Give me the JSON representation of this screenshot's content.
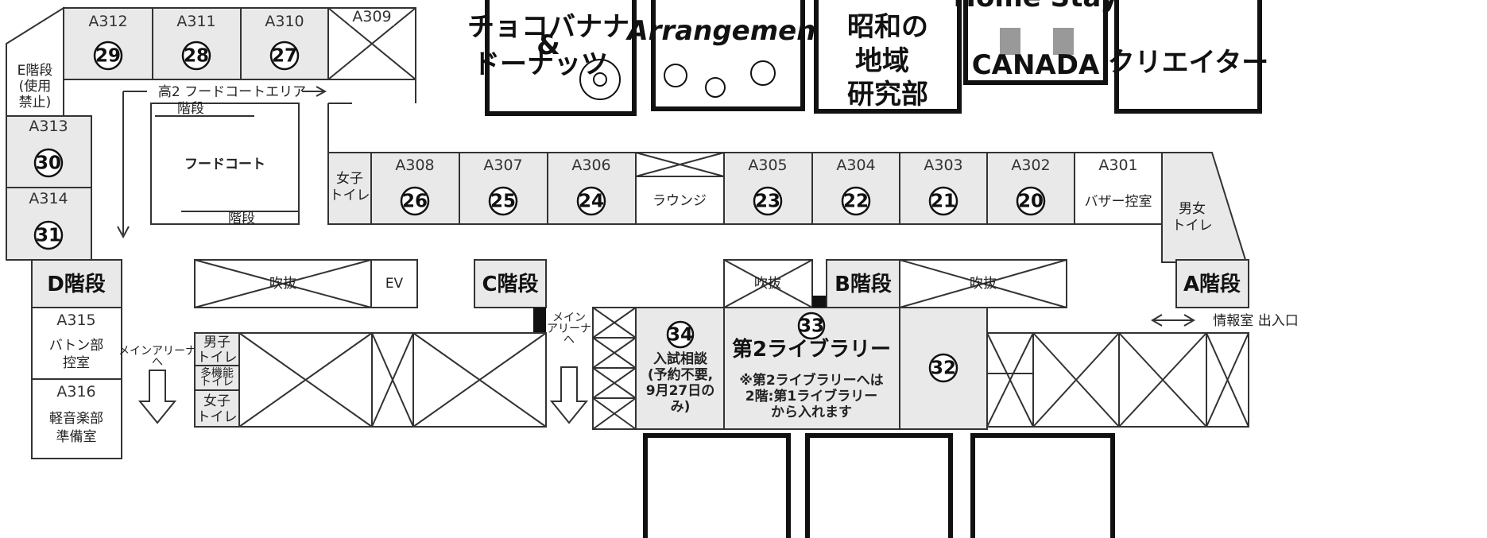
{
  "rooms": {
    "A312": {
      "code": "A312",
      "num": "29"
    },
    "A311": {
      "code": "A311",
      "num": "28"
    },
    "A310": {
      "code": "A310",
      "num": "27"
    },
    "A309": {
      "code": "A309"
    },
    "A313": {
      "code": "A313",
      "num": "30"
    },
    "A314": {
      "code": "A314",
      "num": "31"
    },
    "A308": {
      "code": "A308",
      "num": "26"
    },
    "A307": {
      "code": "A307",
      "num": "25"
    },
    "A306": {
      "code": "A306",
      "num": "24"
    },
    "A305": {
      "code": "A305",
      "num": "23"
    },
    "A304": {
      "code": "A304",
      "num": "22"
    },
    "A303": {
      "code": "A303",
      "num": "21"
    },
    "A302": {
      "code": "A302",
      "num": "20"
    },
    "A301": {
      "code": "A301",
      "name": "バザー控室"
    },
    "A315": {
      "code": "A315",
      "name1": "バトン部",
      "name2": "控室"
    },
    "A316": {
      "code": "A316",
      "name1": "軽音楽部",
      "name2": "準備室"
    }
  },
  "labels": {
    "e_stairs": [
      "E階段",
      "(使用",
      "禁止)"
    ],
    "food_area": "高2 フードコートエリア",
    "food_court": "フードコート",
    "stairs_top": "階段",
    "stairs_bottom": "階段",
    "women_toilet_top": [
      "女子",
      "トイレ"
    ],
    "lounge": "ラウンジ",
    "unisex_toilet": [
      "男女",
      "トイレ"
    ],
    "d_stairs": "D階段",
    "c_stairs": "C階段",
    "b_stairs": "B階段",
    "a_stairs": "A階段",
    "void1": "吹抜",
    "void2": "吹抜",
    "void3": "吹抜",
    "ev": "EV",
    "main_arena_left": [
      "メインアリーナ",
      "へ"
    ],
    "main_arena_mid": [
      "メイン",
      "アリーナ",
      "へ"
    ],
    "men_toilet": [
      "男子",
      "トイレ"
    ],
    "multi_toilet": [
      "多機能",
      "トイレ"
    ],
    "women_toilet_bottom": [
      "女子",
      "トイレ"
    ],
    "info_room": "情報室 出入口"
  },
  "features": {
    "n34": "34",
    "n33": "33",
    "n32": "32",
    "exam": [
      "入試相談",
      "(予約不要,",
      "9月27日の",
      "み)"
    ],
    "library": "第2ライブラリー",
    "library_note": [
      "※第2ライブラリーへは",
      "2階:第1ライブラリー",
      "から入れます"
    ]
  },
  "posters": {
    "p1": [
      "チョコバナナ",
      "&",
      "ドーナッツ"
    ],
    "p2": "Arrangement",
    "p3": [
      "昭和の",
      "地域",
      "研究部"
    ],
    "p4_top": "Home Stay",
    "p4_bottom": "CANADA",
    "p5": "クリエイター"
  }
}
